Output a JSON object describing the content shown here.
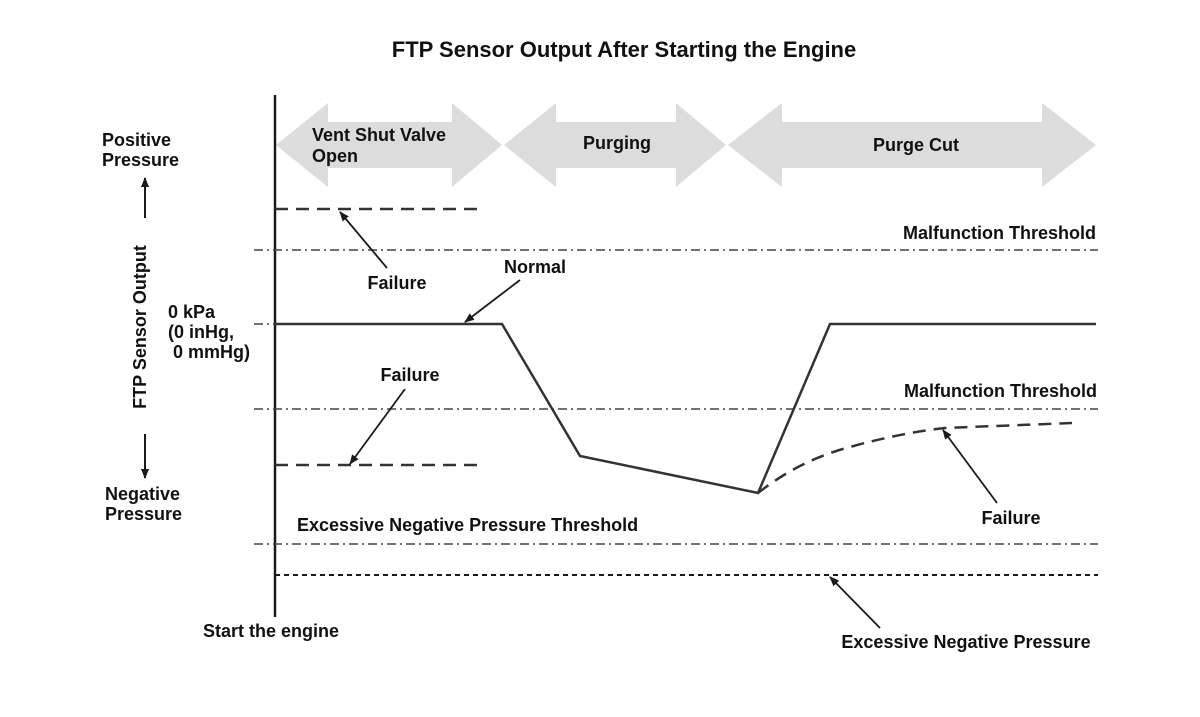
{
  "title": "FTP Sensor Output After Starting the Engine",
  "y_axis": {
    "label": "FTP Sensor Output",
    "top": [
      "Positive",
      "Pressure"
    ],
    "bottom": [
      "Negative",
      "Pressure"
    ],
    "zero": [
      "0 kPa",
      "(0 inHg,",
      " 0 mmHg)"
    ]
  },
  "x_axis": {
    "start_label": "Start the engine"
  },
  "phases": [
    {
      "lines": [
        "Vent Shut Valve",
        "Open"
      ]
    },
    {
      "lines": [
        "Purging"
      ]
    },
    {
      "lines": [
        "Purge Cut"
      ]
    }
  ],
  "thresholds": {
    "upper_malfunction": "Malfunction Threshold",
    "lower_malfunction": "Malfunction Threshold",
    "excessive_negative": "Excessive Negative Pressure Threshold"
  },
  "annotations": {
    "normal": "Normal",
    "failure_high": "Failure",
    "failure_low": "Failure",
    "failure_recovery": "Failure",
    "excessive_negative_pressure": "Excessive Negative Pressure"
  },
  "colors": {
    "ink": "#1a1a1a",
    "phase_arrow_fill": "#dcdcdc",
    "threshold_line": "#444444"
  }
}
